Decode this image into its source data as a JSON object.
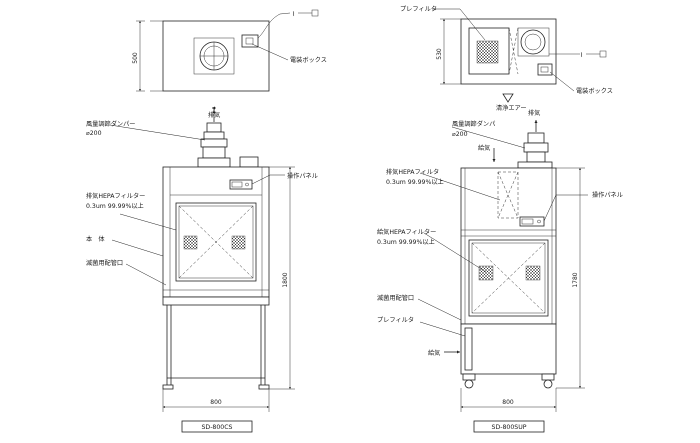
{
  "left_model": {
    "dims": {
      "depth": "500",
      "height": "1800",
      "width": "800"
    },
    "labels": {
      "electric_box": "電装ボックス",
      "exhaust": "排気",
      "damper": "風量調節ダンパー",
      "damper_size": "⌀200",
      "exhaust_hepa": "排気HEPAフィルター",
      "exhaust_hepa_spec": "0.3um 99.99%以上",
      "body": "本　体",
      "sterile_port": "滅菌用配管口",
      "control_panel": "操作パネル"
    },
    "model_name": "SD-800CS"
  },
  "right_model": {
    "dims": {
      "depth": "530",
      "height": "1780",
      "width": "800"
    },
    "labels": {
      "prefilter_top": "プレフィルタ",
      "electric_box": "電装ボックス",
      "clean_air": "清浄エアー",
      "exhaust": "排気",
      "damper": "風量調節ダンパ",
      "damper_size": "⌀200",
      "supply": "給気",
      "exhaust_hepa": "排気HEPAフィルタ",
      "exhaust_hepa_spec": "0.3um 99.99%以上",
      "control_panel": "操作パネル",
      "supply_hepa": "給気HEPAフィルター",
      "supply_hepa_spec": "0.3um 99.99%以上",
      "sterile_port": "滅菌用配管口",
      "prefilter": "プレフィルタ",
      "supply_bottom": "給気"
    },
    "model_name": "SD-800SUP"
  }
}
